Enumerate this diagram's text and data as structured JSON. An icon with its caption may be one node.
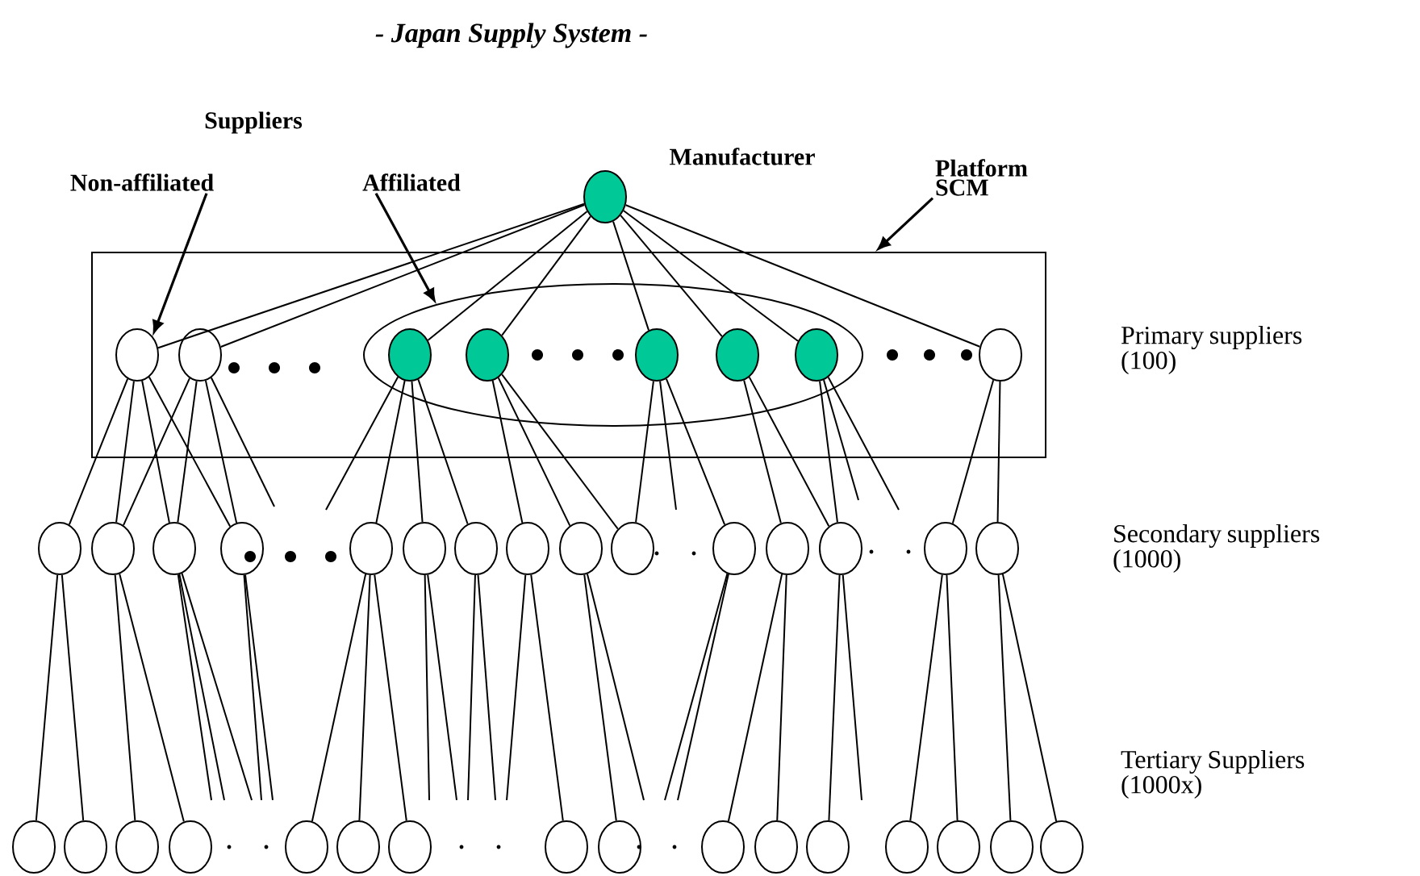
{
  "diagram": {
    "title": "- Japan Supply System -",
    "nodes": [
      {
        "text": [
          "Non-affiliated"
        ]
      },
      {
        "text": [
          "Affiliated"
        ]
      },
      {
        "text": [
          "Manufacturer"
        ]
      },
      {
        "text": [
          "Platform SCM"
        ]
      },
      {
        "text": [],
        "shape": "box"
      },
      {
        "text": [],
        "shape": "ellipse",
        "in": 4
      },
      {
        "text": [],
        "shape": "circle",
        "in": 4
      },
      {
        "text": [],
        "shape": "circle",
        "in": 4
      },
      {
        "text": [],
        "shape": "circle",
        "in": 5
      },
      {
        "text": [],
        "shape": "circle",
        "in": 5
      },
      {
        "text": [],
        "shape": "circle",
        "in": 5
      },
      {
        "text": [],
        "shape": "circle",
        "in": 5
      },
      {
        "text": [],
        "shape": "circle",
        "in": 5
      },
      {
        "text": [],
        "shape": "circle",
        "in": 4
      },
      {
        "text": [],
        "shape": "circle"
      },
      {
        "text": [],
        "shape": "circle"
      },
      {
        "text": [],
        "shape": "circle"
      },
      {
        "text": [],
        "shape": "circle"
      },
      {
        "text": [],
        "shape": "circle"
      },
      {
        "text": [],
        "shape": "circle"
      },
      {
        "text": [],
        "shape": "circle"
      },
      {
        "text": [],
        "shape": "circle"
      },
      {
        "text": [],
        "shape": "circle"
      },
      {
        "text": [],
        "shape": "circle"
      },
      {
        "text": [],
        "shape": "circle"
      },
      {
        "text": [],
        "shape": "circle"
      },
      {
        "text": [],
        "shape": "circle"
      },
      {
        "text": [],
        "shape": "circle"
      },
      {
        "text": [],
        "shape": "circle"
      },
      {
        "text": [],
        "shape": "circle"
      },
      {
        "text": [],
        "shape": "circle"
      },
      {
        "text": [],
        "shape": "circle"
      },
      {
        "text": [],
        "shape": "circle"
      },
      {
        "text": [],
        "shape": "circle"
      },
      {
        "text": [],
        "shape": "circle"
      },
      {
        "text": [],
        "shape": "circle"
      },
      {
        "text": [],
        "shape": "circle"
      },
      {
        "text": [],
        "shape": "circle"
      },
      {
        "text": [],
        "shape": "circle"
      },
      {
        "text": [],
        "shape": "circle"
      },
      {
        "text": [],
        "shape": "circle"
      },
      {
        "text": [],
        "shape": "circle"
      },
      {
        "text": [],
        "shape": "circle"
      },
      {
        "text": [],
        "shape": "circle"
      },
      {
        "text": [],
        "shape": "circle"
      }
    ],
    "edges": [
      {
        "from": 0,
        "to": 6,
        "arrow": "to"
      },
      {
        "from": 1,
        "to": 5,
        "arrow": "to"
      },
      {
        "from": 3,
        "to": 4,
        "arrow": "to"
      },
      {
        "from": 2,
        "to": 6,
        "arrow": "none"
      },
      {
        "from": 2,
        "to": 7,
        "arrow": "none"
      },
      {
        "from": 2,
        "to": 8,
        "arrow": "none"
      },
      {
        "from": 2,
        "to": 9,
        "arrow": "none"
      },
      {
        "from": 2,
        "to": 10,
        "arrow": "none"
      },
      {
        "from": 2,
        "to": 11,
        "arrow": "none"
      },
      {
        "from": 2,
        "to": 12,
        "arrow": "none"
      },
      {
        "from": 2,
        "to": 13,
        "arrow": "none"
      },
      {
        "from": 6,
        "to": 14,
        "arrow": "none"
      },
      {
        "from": 6,
        "to": 15,
        "arrow": "none"
      },
      {
        "from": 6,
        "to": 16,
        "arrow": "none"
      },
      {
        "from": 6,
        "to": 17,
        "arrow": "none"
      },
      {
        "from": 7,
        "to": 15,
        "arrow": "none"
      },
      {
        "from": 7,
        "to": 16,
        "arrow": "none"
      },
      {
        "from": 7,
        "to": 17,
        "arrow": "none"
      },
      {
        "from": 7,
        "to": null,
        "arrow": "none"
      },
      {
        "from": 8,
        "to": null,
        "arrow": "none"
      },
      {
        "from": 8,
        "to": 18,
        "arrow": "none"
      },
      {
        "from": 8,
        "to": 19,
        "arrow": "none"
      },
      {
        "from": 8,
        "to": 20,
        "arrow": "none"
      },
      {
        "from": 9,
        "to": 21,
        "arrow": "none"
      },
      {
        "from": 9,
        "to": 22,
        "arrow": "none"
      },
      {
        "from": 9,
        "to": 23,
        "arrow": "none"
      },
      {
        "from": 10,
        "to": 23,
        "arrow": "none"
      },
      {
        "from": 10,
        "to": null,
        "arrow": "none"
      },
      {
        "from": 10,
        "to": 24,
        "arrow": "none"
      },
      {
        "from": 11,
        "to": 25,
        "arrow": "none"
      },
      {
        "from": 11,
        "to": 26,
        "arrow": "none"
      },
      {
        "from": 12,
        "to": 26,
        "arrow": "none"
      },
      {
        "from": 12,
        "to": null,
        "arrow": "none"
      },
      {
        "from": 12,
        "to": null,
        "arrow": "none"
      },
      {
        "from": 13,
        "to": 27,
        "arrow": "none"
      },
      {
        "from": 13,
        "to": 28,
        "arrow": "none"
      },
      {
        "from": 14,
        "to": 29,
        "arrow": "none"
      },
      {
        "from": 14,
        "to": 30,
        "arrow": "none"
      },
      {
        "from": 15,
        "to": 31,
        "arrow": "none"
      },
      {
        "from": 15,
        "to": 32,
        "arrow": "none"
      },
      {
        "from": 16,
        "to": null,
        "arrow": "none"
      },
      {
        "from": 16,
        "to": null,
        "arrow": "none"
      },
      {
        "from": 16,
        "to": null,
        "arrow": "none"
      },
      {
        "from": 17,
        "to": null,
        "arrow": "none"
      },
      {
        "from": 17,
        "to": null,
        "arrow": "none"
      },
      {
        "from": 18,
        "to": 33,
        "arrow": "none"
      },
      {
        "from": 18,
        "to": 34,
        "arrow": "none"
      },
      {
        "from": 18,
        "to": 35,
        "arrow": "none"
      },
      {
        "from": 19,
        "to": null,
        "arrow": "none"
      },
      {
        "from": 19,
        "to": null,
        "arrow": "none"
      },
      {
        "from": 20,
        "to": null,
        "arrow": "none"
      },
      {
        "from": 20,
        "to": null,
        "arrow": "none"
      },
      {
        "from": 21,
        "to": null,
        "arrow": "none"
      },
      {
        "from": 21,
        "to": 36,
        "arrow": "none"
      },
      {
        "from": 22,
        "to": 37,
        "arrow": "none"
      },
      {
        "from": 22,
        "to": null,
        "arrow": "none"
      },
      {
        "from": 24,
        "to": null,
        "arrow": "none"
      },
      {
        "from": 24,
        "to": null,
        "arrow": "none"
      },
      {
        "from": 25,
        "to": 38,
        "arrow": "none"
      },
      {
        "from": 25,
        "to": 39,
        "arrow": "none"
      },
      {
        "from": 26,
        "to": 40,
        "arrow": "none"
      },
      {
        "from": 26,
        "to": null,
        "arrow": "none"
      },
      {
        "from": 27,
        "to": 41,
        "arrow": "none"
      },
      {
        "from": 27,
        "to": 42,
        "arrow": "none"
      },
      {
        "from": 28,
        "to": 43,
        "arrow": "none"
      },
      {
        "from": 28,
        "to": 44,
        "arrow": "none"
      }
    ],
    "labels": [
      "Suppliers",
      "Primary suppliers (100)",
      "Secondary suppliers (1000)",
      "Tertiary Suppliers (1000x)"
    ]
  }
}
